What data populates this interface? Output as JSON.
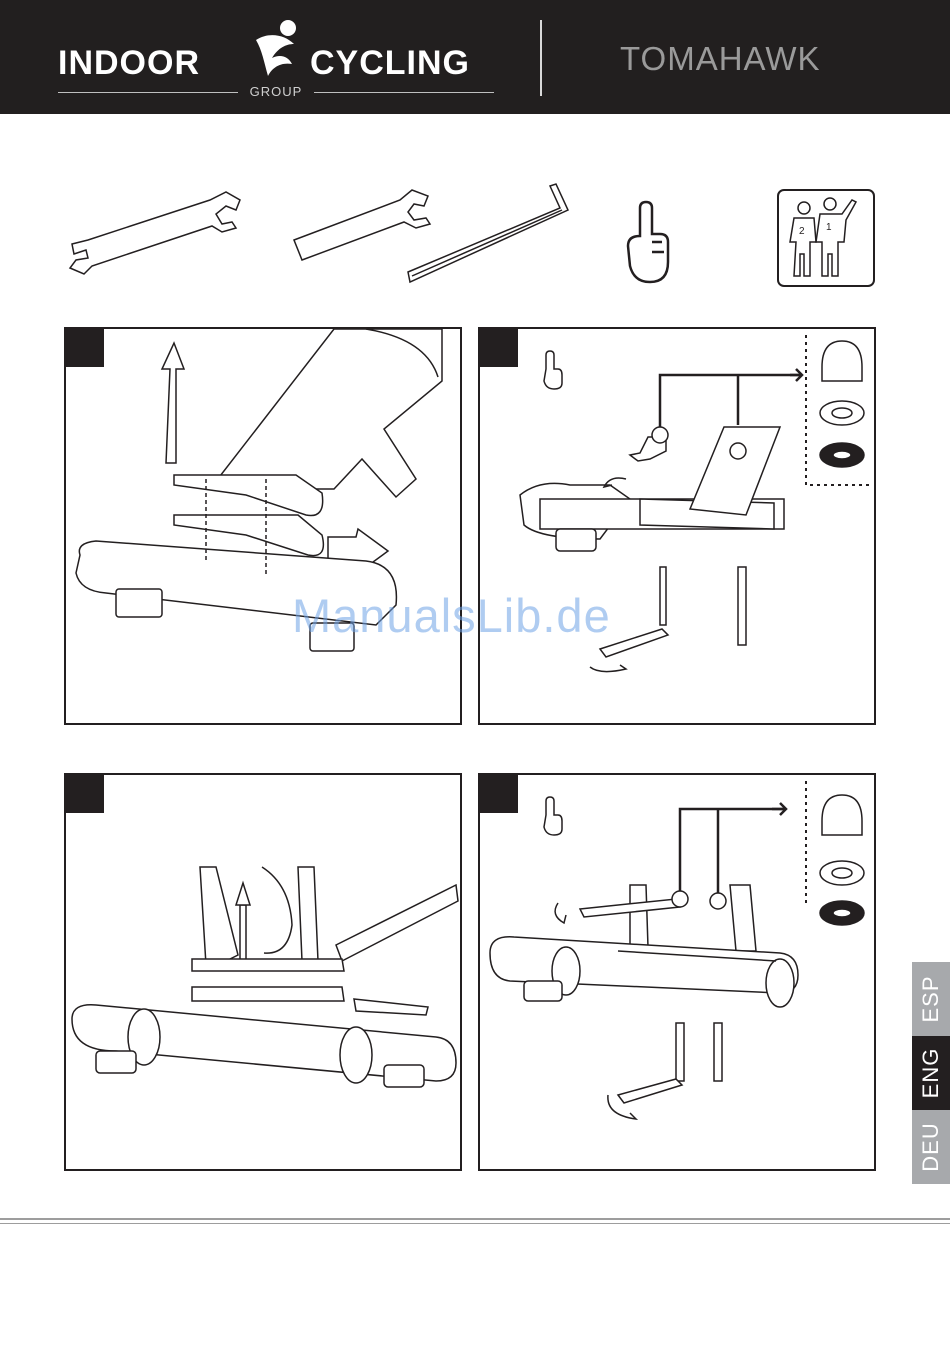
{
  "header": {
    "brand_left_word1": "INDOOR",
    "brand_left_word2": "CYCLING",
    "brand_left_sub": "GROUP",
    "brand_right": "TOMAHAWK"
  },
  "tools": [
    {
      "icon": "open-end-wrench-icon"
    },
    {
      "icon": "open-end-wrench-icon"
    },
    {
      "icon": "hex-key-icon"
    },
    {
      "icon": "pointing-hand-icon"
    },
    {
      "icon": "two-person-assembly-icon"
    }
  ],
  "panels": [
    {
      "step": "",
      "icon": "frame-lift-illustration"
    },
    {
      "step": "",
      "icon": "bolt-assembly-illustration"
    },
    {
      "step": "",
      "icon": "frame-lift-illustration"
    },
    {
      "step": "",
      "icon": "bolt-assembly-illustration"
    }
  ],
  "watermark": "ManualsLib.de",
  "languages": [
    "ESP",
    "ENG",
    "DEU"
  ],
  "active_language": "ENG",
  "colors": {
    "header_bg": "#221f1f",
    "tab_inactive": "#a7a9ac",
    "tab_active": "#231f20"
  }
}
